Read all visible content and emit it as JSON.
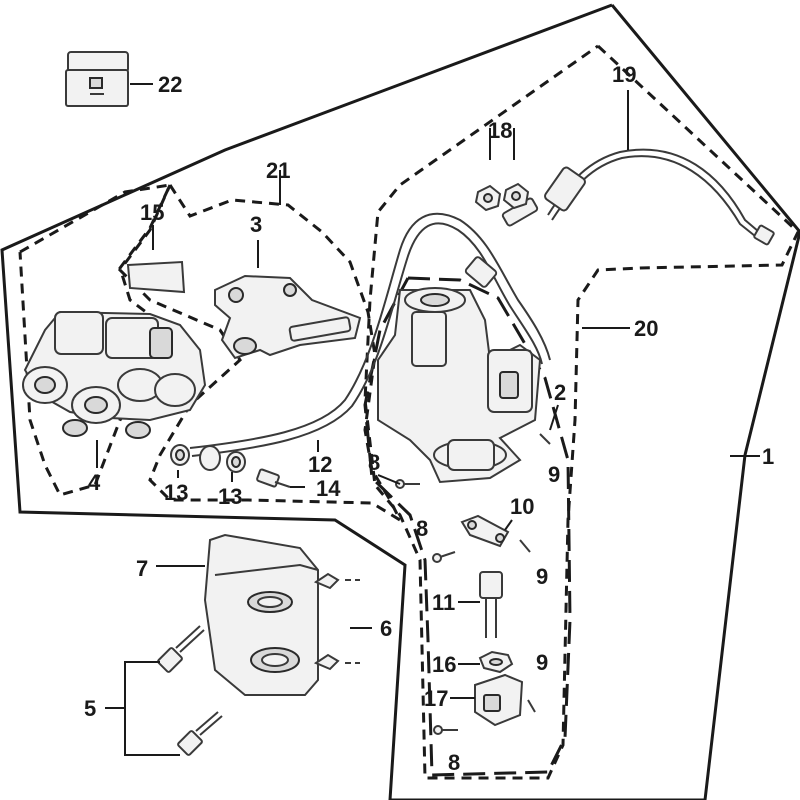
{
  "callouts": {
    "c1": "1",
    "c2": "2",
    "c3": "3",
    "c4": "4",
    "c5": "5",
    "c6": "6",
    "c7": "7",
    "c8a": "8",
    "c8b": "8",
    "c8c": "8",
    "c9a": "9",
    "c9b": "9",
    "c9c": "9",
    "c10": "10",
    "c11": "11",
    "c12": "12",
    "c13a": "13",
    "c13b": "13",
    "c14": "14",
    "c15": "15",
    "c16": "16",
    "c17": "17",
    "c18": "18",
    "c19": "19",
    "c20": "20",
    "c21": "21",
    "c22": "22"
  }
}
